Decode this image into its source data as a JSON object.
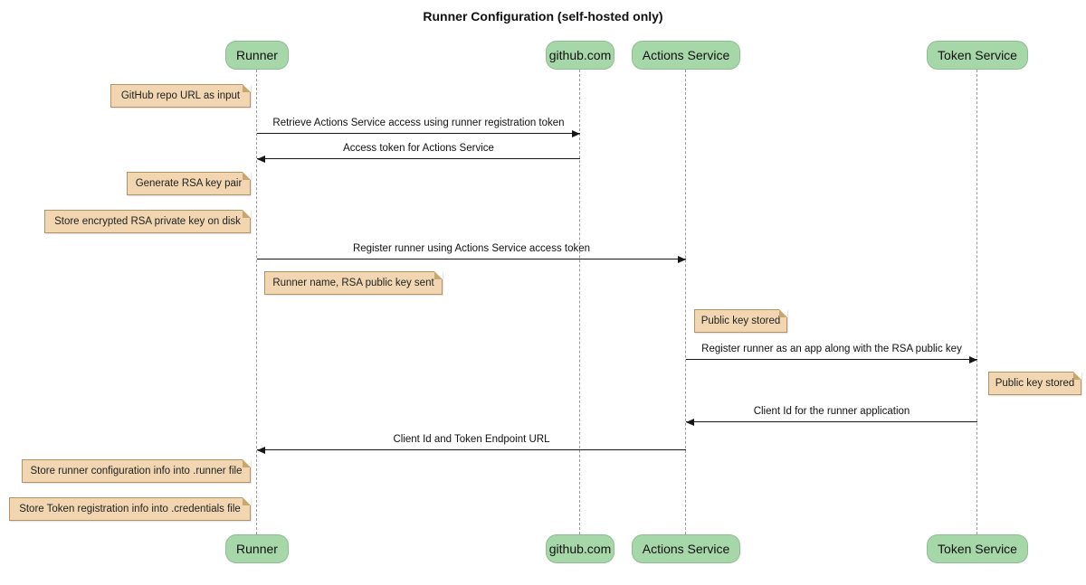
{
  "title": "Runner Configuration (self-hosted only)",
  "participants": [
    {
      "label": "Runner"
    },
    {
      "label": "github.com"
    },
    {
      "label": "Actions Service"
    },
    {
      "label": "Token Service"
    }
  ],
  "notes": [
    {
      "text": "GitHub repo URL as input",
      "anchor": "Runner",
      "side": "left"
    },
    {
      "text": "Generate RSA key pair",
      "anchor": "Runner",
      "side": "left"
    },
    {
      "text": "Store encrypted RSA private key on disk",
      "anchor": "Runner",
      "side": "left"
    },
    {
      "text": "Runner name, RSA public key sent",
      "anchor": "Runner",
      "side": "right"
    },
    {
      "text": "Public key stored",
      "anchor": "Actions Service",
      "side": "right"
    },
    {
      "text": "Public key stored",
      "anchor": "Token Service",
      "side": "right"
    },
    {
      "text": "Store runner configuration info into .runner file",
      "anchor": "Runner",
      "side": "left"
    },
    {
      "text": "Store Token registration info into .credentials file",
      "anchor": "Runner",
      "side": "left"
    }
  ],
  "messages": [
    {
      "from": "Runner",
      "to": "github.com",
      "text": "Retrieve Actions Service access using runner registration token"
    },
    {
      "from": "github.com",
      "to": "Runner",
      "text": "Access token for Actions Service"
    },
    {
      "from": "Runner",
      "to": "Actions Service",
      "text": "Register runner using Actions Service access token"
    },
    {
      "from": "Actions Service",
      "to": "Token Service",
      "text": "Register runner as an app along with the RSA public key"
    },
    {
      "from": "Token Service",
      "to": "Actions Service",
      "text": "Client Id for the runner application"
    },
    {
      "from": "Actions Service",
      "to": "Runner",
      "text": "Client Id and Token Endpoint URL"
    }
  ],
  "colors": {
    "participant_fill": "#A6D7A8",
    "participant_border": "#8CBE90",
    "note_fill": "#F1D6B1",
    "note_border": "#B09465",
    "note_fold": "#C8A76C",
    "lifeline": "#9A9A9A",
    "arrow": "#161616",
    "background": "#FFFFFF"
  }
}
